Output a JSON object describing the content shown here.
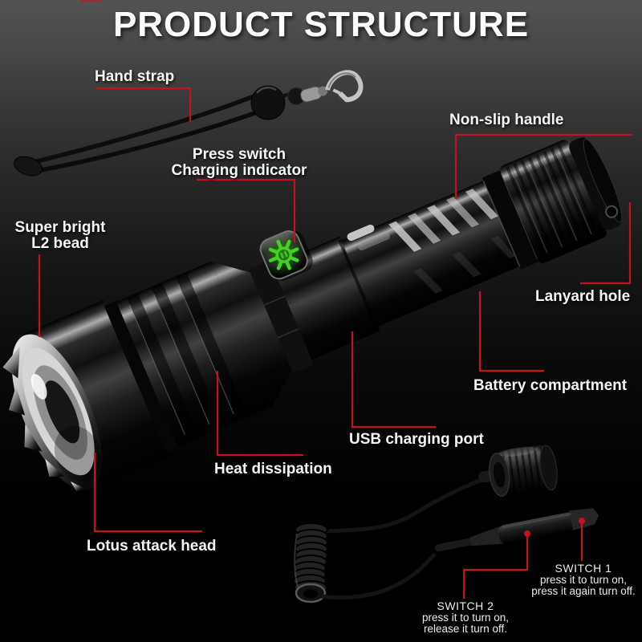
{
  "title": "PRODUCT STRUCTURE",
  "callouts": {
    "hand_strap": {
      "label": "Hand strap"
    },
    "press_switch": {
      "line1": "Press switch",
      "line2": "Charging indicator"
    },
    "non_slip_handle": {
      "label": "Non-slip handle"
    },
    "super_bright": {
      "line1": "Super bright",
      "line2": "L2 bead"
    },
    "lanyard_hole": {
      "label": "Lanyard hole"
    },
    "battery_compartment": {
      "label": "Battery compartment"
    },
    "usb_charging_port": {
      "label": "USB charging port"
    },
    "heat_dissipation": {
      "label": "Heat dissipation"
    },
    "lotus_attack_head": {
      "label": "Lotus attack head"
    },
    "switch_1": {
      "title": "SWITCH 1",
      "line1": "press it to turn on,",
      "line2": "press it again turn off."
    },
    "switch_2": {
      "title": "SWITCH 2",
      "line1": "press it to turn on,",
      "line2": "release it turn off."
    }
  },
  "icons": {
    "charging_indicator": "charging-indicator-gear-icon"
  },
  "colors": {
    "leader_red": "#c5121f",
    "indicator_green": "#3fd51e",
    "label_white": "#f5f5f5",
    "title_white": "#ffffff",
    "background_top": "#535353",
    "background_bottom": "#000000"
  }
}
